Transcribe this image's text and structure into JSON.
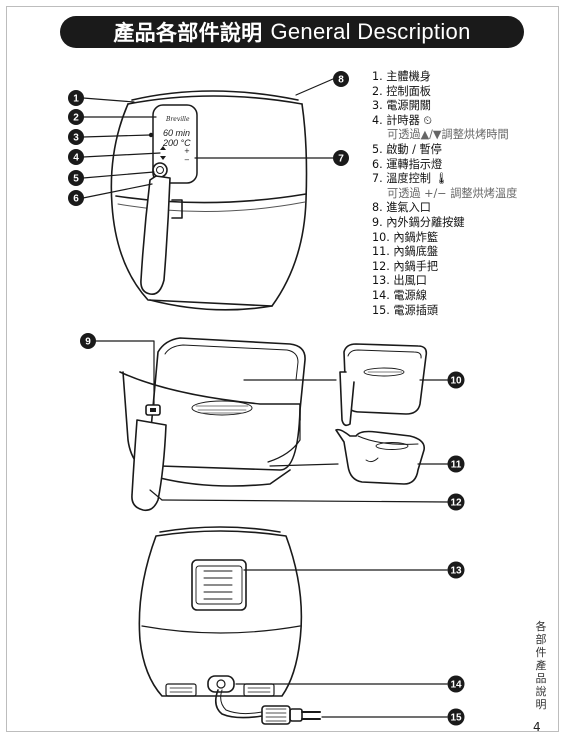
{
  "title": {
    "zh": "產品各部件說明",
    "en": "General Description"
  },
  "parts": [
    {
      "text": "1. 主體機身"
    },
    {
      "text": "2. 控制面板"
    },
    {
      "text": "3. 電源開關"
    },
    {
      "text": "4. 計時器 ⏲",
      "note": "可透過▲/▼調整烘烤時間"
    },
    {
      "text": "5. 啟動 / 暫停"
    },
    {
      "text": "6. 運轉指示燈"
    },
    {
      "text": "7. 溫度控制 🌡",
      "note": "可透過 +/− 調整烘烤溫度"
    },
    {
      "text": "8. 進氣入口"
    },
    {
      "text": "9. 內外鍋分離按鍵"
    },
    {
      "text": "10. 內鍋炸籃"
    },
    {
      "text": "11. 內鍋底盤"
    },
    {
      "text": "12. 內鍋手把"
    },
    {
      "text": "13. 出風口"
    },
    {
      "text": "14. 電源線"
    },
    {
      "text": "15. 電源插頭"
    }
  ],
  "panel": {
    "brand": "Breville",
    "time": "60 min",
    "temp": "200 °C"
  },
  "callouts": [
    "1",
    "2",
    "3",
    "4",
    "5",
    "6",
    "7",
    "8",
    "9",
    "10",
    "11",
    "12",
    "13",
    "14",
    "15"
  ],
  "side_tab": "各部件產品說明",
  "page_number": "4"
}
